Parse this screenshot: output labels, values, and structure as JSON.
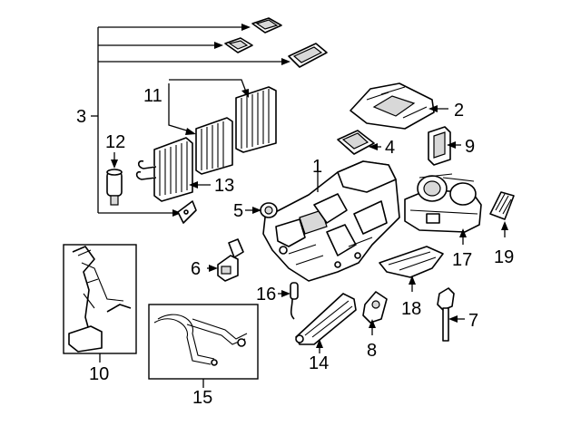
{
  "callouts": {
    "n1": "1",
    "n2": "2",
    "n3": "3",
    "n4": "4",
    "n5": "5",
    "n6": "6",
    "n7": "7",
    "n8": "8",
    "n9": "9",
    "n10": "10",
    "n11": "11",
    "n12": "12",
    "n13": "13",
    "n14": "14",
    "n15": "15",
    "n16": "16",
    "n17": "17",
    "n18": "18",
    "n19": "19"
  },
  "colors": {
    "line": "#000000",
    "background": "#ffffff",
    "fill": "#d8d8d8"
  }
}
